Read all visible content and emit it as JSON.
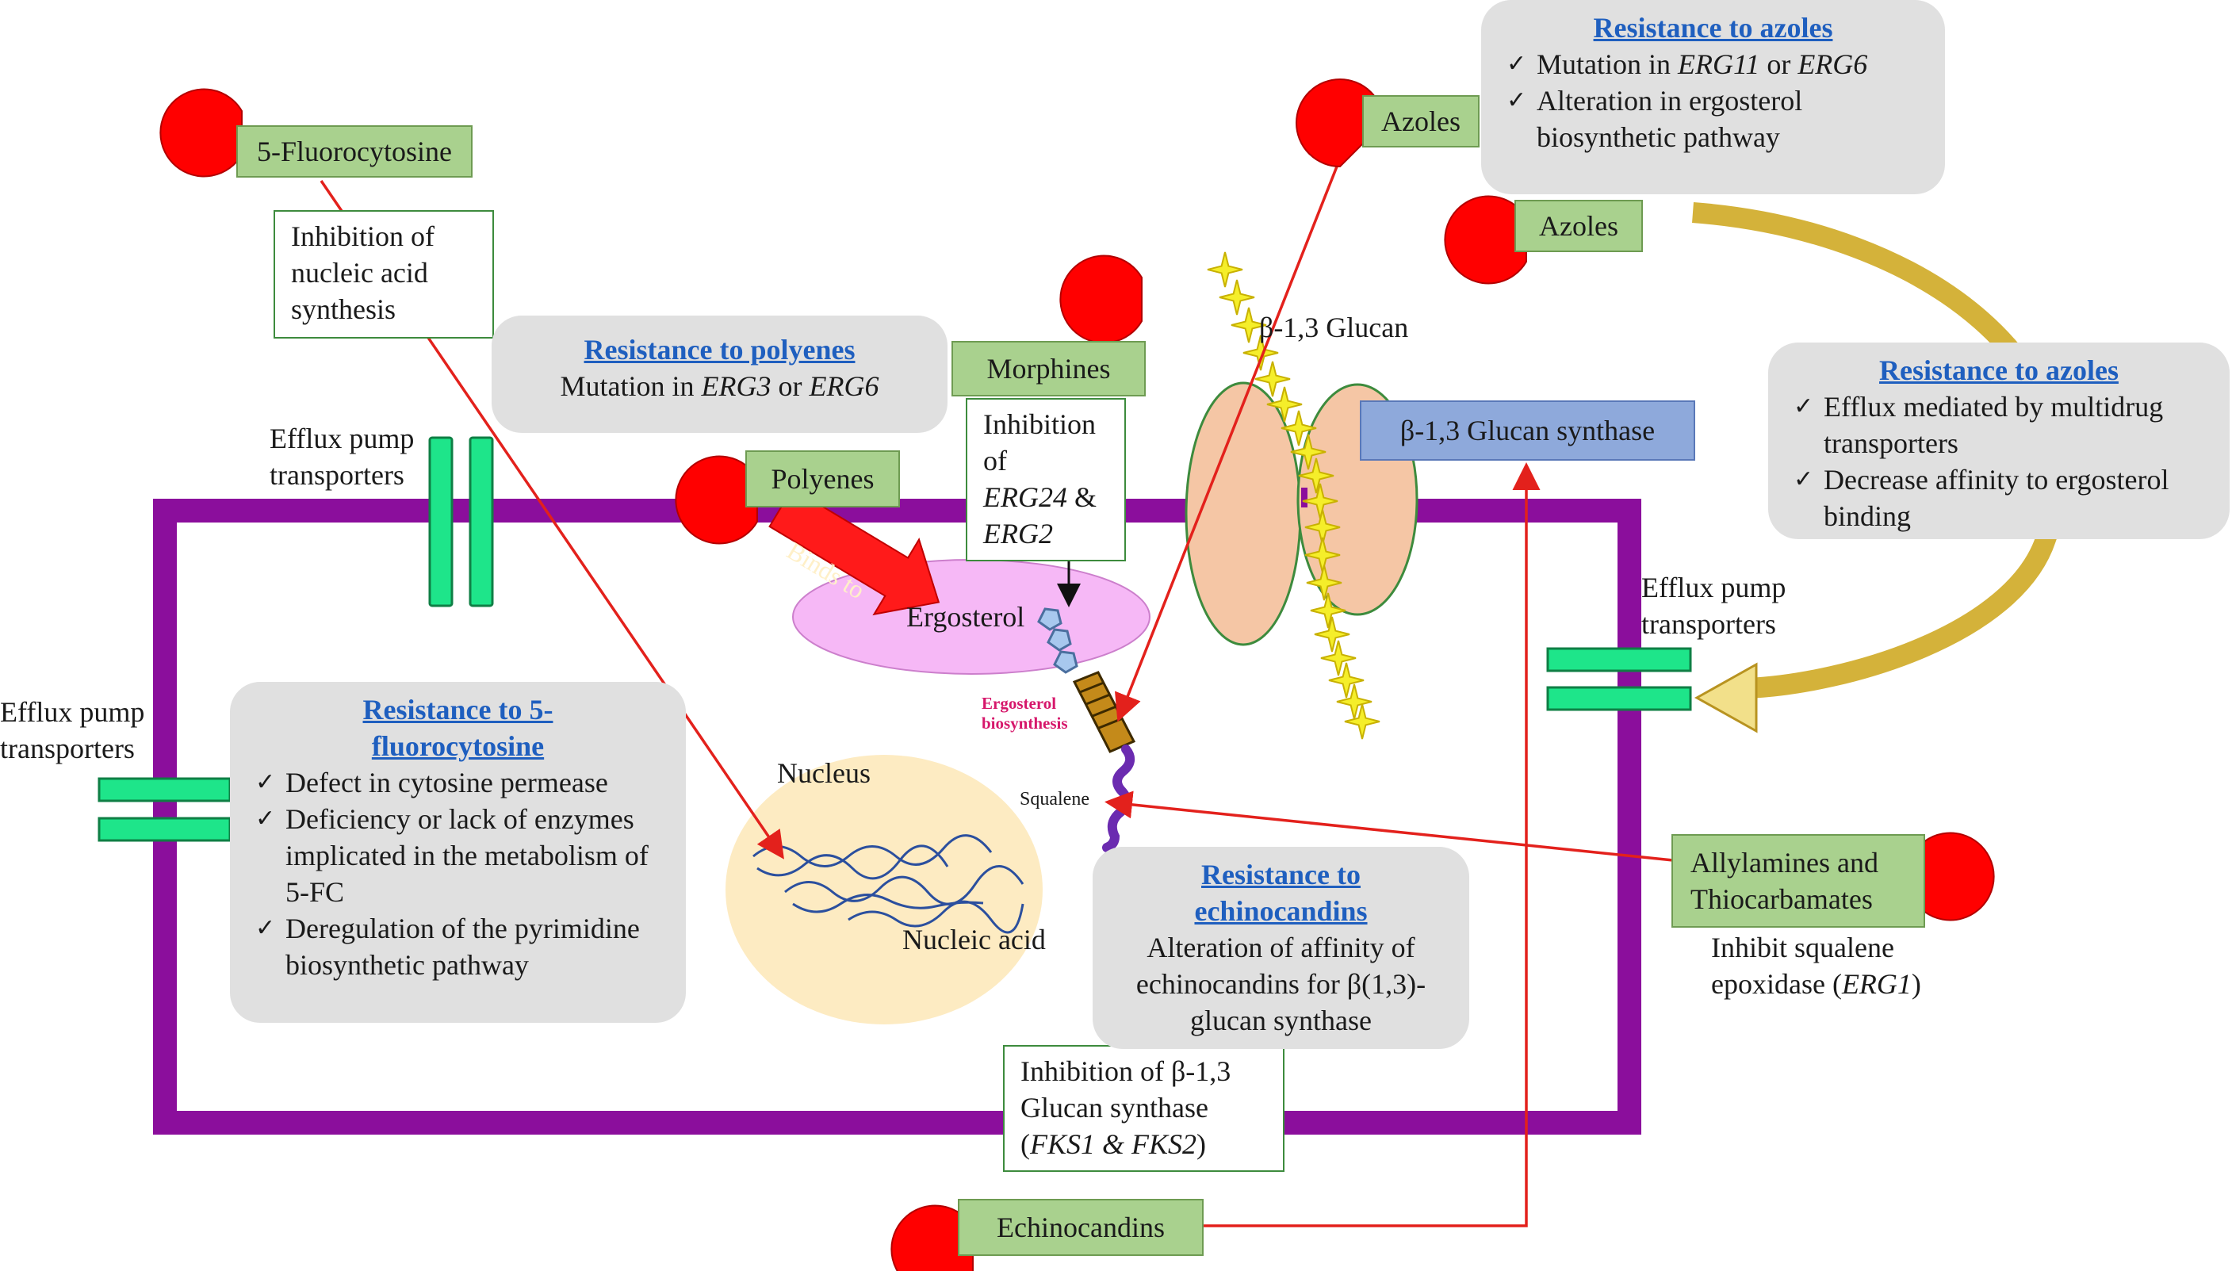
{
  "drugs": {
    "flucytosine": "5-Fluorocytosine",
    "azoles_top": "Azoles",
    "azoles_mid": "Azoles",
    "morphines": "Morphines",
    "polyenes": "Polyenes",
    "allylamines_line1": "Allylamines and",
    "allylamines_line2": "Thiocarbamates",
    "echinocandins": "Echinocandins"
  },
  "mechanisms": {
    "nucleic_acid": [
      "Inhibition of",
      "nucleic acid",
      "synthesis"
    ],
    "erg24": {
      "l1": "Inhibition",
      "l2": "of",
      "l3a": "ERG24",
      "l3b": " &",
      "l4": "ERG2"
    },
    "glucan_synthase": {
      "l1": "Inhibition of β-1,3",
      "l2": "Glucan synthase",
      "l3a": "(",
      "l3b": "FKS1 & FKS2",
      "l3c": ")"
    },
    "squalene_epoxidase": {
      "l1": "Inhibit squalene",
      "l2a": "epoxidase (",
      "l2b": "ERG1",
      "l2c": ")"
    }
  },
  "resistance": {
    "polyenes": {
      "title": "Resistance to polyenes",
      "a": "Mutation in ",
      "b": "ERG3",
      "c": " or ",
      "d": "ERG6"
    },
    "azoles_top": {
      "title": "Resistance to azoles",
      "i1a": "Mutation in ",
      "i1b": "ERG11",
      "i1c": " or ",
      "i1d": "ERG6",
      "i2": "Alteration in ergosterol biosynthetic pathway"
    },
    "azoles_right": {
      "title": "Resistance to azoles",
      "i1": "Efflux mediated by multidrug transporters",
      "i2": "Decrease affinity to ergosterol binding"
    },
    "flucytosine": {
      "title1": "Resistance to 5-",
      "title2": "fluorocytosine",
      "items": [
        "Defect in cytosine permease",
        "Deficiency or lack of enzymes implicated in the metabolism of 5-FC",
        "Deregulation of the pyrimidine biosynthetic pathway"
      ]
    },
    "echinocandins": {
      "title1": "Resistance to",
      "title2": "echinocandins",
      "body": "Alteration of affinity of echinocandins for β(1,3)-glucan synthase"
    }
  },
  "labels": {
    "efflux_top": [
      "Efflux pump",
      "transporters"
    ],
    "efflux_left": [
      "Efflux pump",
      "transporters"
    ],
    "efflux_right": [
      "Efflux pump",
      "transporters"
    ],
    "nucleus": "Nucleus",
    "nucleic_acid": "Nucleic acid",
    "ergosterol": "Ergosterol",
    "ergosterol_biosynthesis": [
      "Ergosterol",
      "biosynthesis"
    ],
    "squalene": "Squalene",
    "glucan": "β-1,3 Glucan",
    "glucan_synthase": "β-1,3 Glucan synthase",
    "binds_to": "Binds to"
  },
  "colors": {
    "membrane": "#8b0e9c",
    "drug_marker": "#ff0000",
    "drug_box": "#a9d18e",
    "efflux_pump": "#1ee58a",
    "resistance_box": "#e0e0e0",
    "title_link": "#1f5fbf",
    "arrow": "#e3211c",
    "gold_arrow": "#d4b23a",
    "nucleus": "#fdebc2",
    "ergosterol_oval": "#f6b8f6",
    "glucan_synthase_body": "#f5c6a5",
    "glucan_synthase_box": "#8ea9db"
  }
}
